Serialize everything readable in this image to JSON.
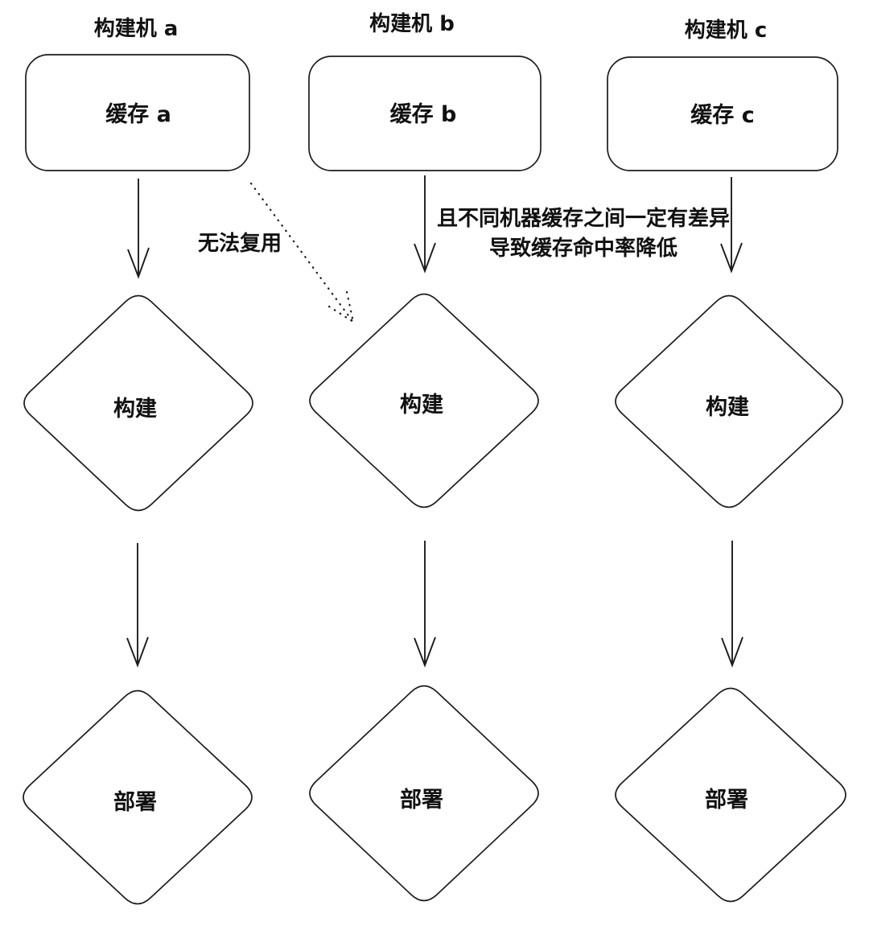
{
  "diagram": {
    "columns": [
      {
        "id": "a",
        "machine_title": "构建机 a",
        "cache_label": "缓存 a",
        "build_label": "构建",
        "deploy_label": "部署"
      },
      {
        "id": "b",
        "machine_title": "构建机 b",
        "cache_label": "缓存 b",
        "build_label": "构建",
        "deploy_label": "部署"
      },
      {
        "id": "c",
        "machine_title": "构建机 c",
        "cache_label": "缓存 c",
        "build_label": "构建",
        "deploy_label": "部署"
      }
    ],
    "annotations": {
      "no_reuse_label": "无法复用",
      "cache_diff_line1": "且不同机器缓存之间一定有差异",
      "cache_diff_line2": "导致缓存命中率降低"
    },
    "colors": {
      "stroke": "#1c1c1c",
      "text": "#111111",
      "background": "#ffffff"
    }
  }
}
